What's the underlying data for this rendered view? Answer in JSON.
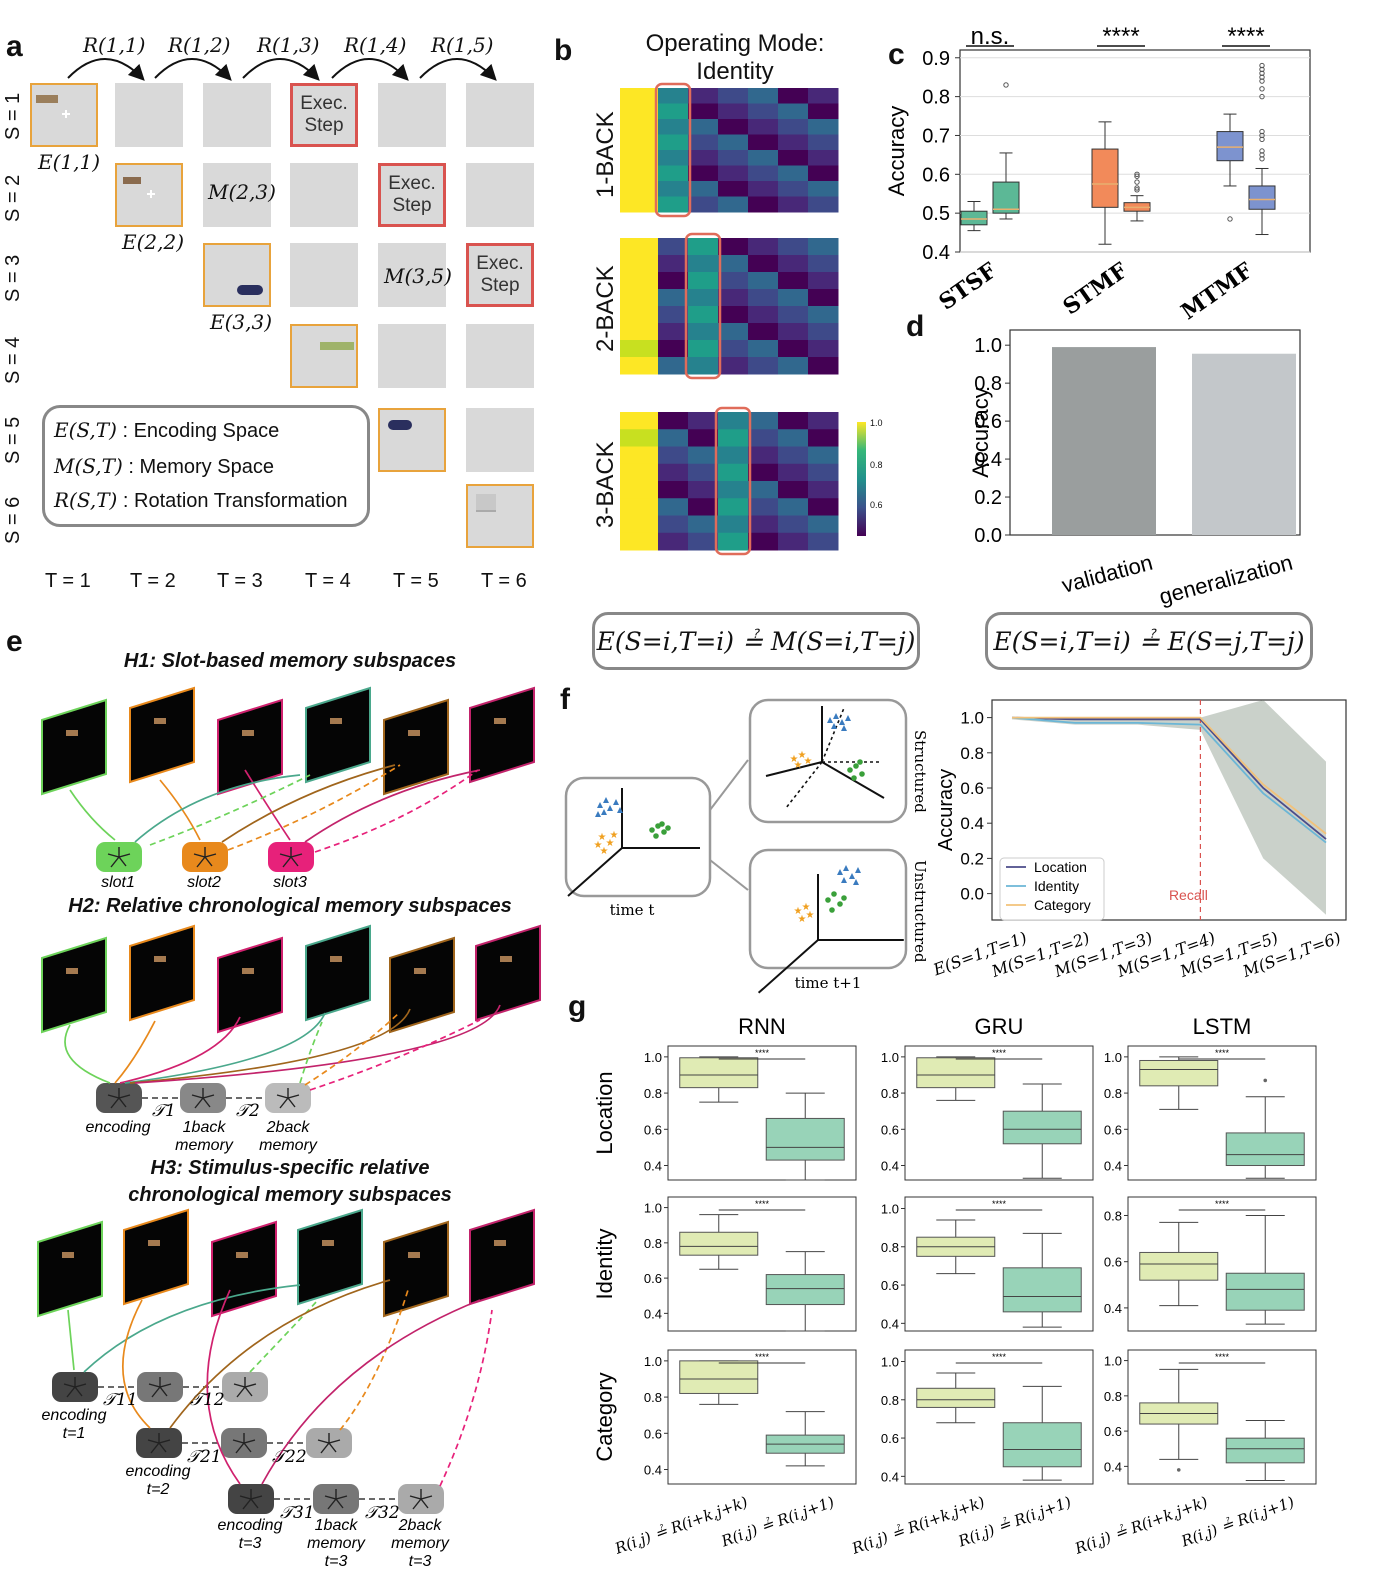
{
  "panels": {
    "a": "a",
    "b": "b",
    "c": "c",
    "d": "d",
    "e": "e",
    "f": "f",
    "g": "g"
  },
  "panel_a": {
    "rotations": [
      "R(1,1)",
      "R(1,2)",
      "R(1,3)",
      "R(1,4)",
      "R(1,5)"
    ],
    "row_labels": [
      "S = 1",
      "S = 2",
      "S = 3",
      "S = 4",
      "S = 5",
      "S = 6"
    ],
    "col_labels": [
      "T = 1",
      "T = 2",
      "T = 3",
      "T = 4",
      "T = 5",
      "T = 6"
    ],
    "exec_label": "Exec. Step",
    "enc_labels": [
      "E(1,1)",
      "E(2,2)",
      "E(3,3)"
    ],
    "mem_labels": [
      "M(2,3)",
      "M(3,5)"
    ],
    "legend": {
      "e_sym": "E(S,T)",
      "e_text": ": Encoding Space",
      "m_sym": "M(S,T)",
      "m_text": ": Memory Space",
      "r_sym": "R(S,T)",
      "r_text": ": Rotation Transformation"
    }
  },
  "panel_b": {
    "title_line1": "Operating Mode:",
    "title_line2": "Identity",
    "rows": [
      "1-BACK",
      "2-BACK",
      "3-BACK"
    ],
    "colorbar_ticks": [
      "1.0",
      "0.8",
      "0.6"
    ]
  },
  "equations": {
    "left": "E(S=i,T=i) ≟ M(S=i,T=j)",
    "right": "E(S=i,T=i) ≟ E(S=j,T=j)"
  },
  "panel_e": {
    "h1": "H1: Slot-based memory subspaces",
    "h2": "H2: Relative chronological memory subspaces",
    "h3_line1": "H3: Stimulus-specific relative",
    "h3_line2": "chronological memory subspaces",
    "slots": [
      "slot1",
      "slot2",
      "slot3"
    ],
    "h2_nodes": [
      "encoding",
      "1back memory",
      "2back memory"
    ],
    "h2_t": [
      "𝒯1",
      "𝒯2"
    ],
    "h3_enc": [
      "encoding t=1",
      "encoding t=2",
      "encoding t=3"
    ],
    "h3_t": [
      "𝒯11",
      "𝒯12",
      "𝒯21",
      "𝒯22",
      "𝒯31",
      "𝒯32"
    ],
    "h3_mem": [
      "1back memory t=3",
      "2back memory t=3"
    ]
  },
  "panel_f": {
    "time_t": "time t",
    "time_t1": "time t+1",
    "structured": "Structured",
    "unstructured": "Unstructured",
    "recall": "Recall"
  },
  "chart_data": [
    {
      "panel": "c",
      "type": "box",
      "ylabel": "Accuracy",
      "categories": [
        "STSF",
        "STMF",
        "MTMF"
      ],
      "yticks": [
        "0.4",
        "0.5",
        "0.6",
        "0.7",
        "0.8",
        "0.9"
      ],
      "ylim": [
        0.4,
        0.92
      ],
      "significance": [
        "n.s.",
        "****",
        "****"
      ],
      "boxes": [
        {
          "group": "STSF",
          "q1": 0.47,
          "med": 0.485,
          "q3": 0.505,
          "lo": 0.455,
          "hi": 0.53,
          "color": "#5cb896"
        },
        {
          "group": "STSF",
          "q1": 0.5,
          "med": 0.51,
          "q3": 0.58,
          "lo": 0.485,
          "hi": 0.655,
          "color": "#5cb896",
          "outliers": [
            0.83
          ]
        },
        {
          "group": "STMF",
          "q1": 0.515,
          "med": 0.575,
          "q3": 0.665,
          "lo": 0.42,
          "hi": 0.735,
          "color": "#f28a5a"
        },
        {
          "group": "STMF",
          "q1": 0.505,
          "med": 0.515,
          "q3": 0.527,
          "lo": 0.48,
          "hi": 0.545,
          "color": "#f28a5a",
          "outliers": [
            0.56,
            0.565,
            0.58,
            0.595,
            0.6
          ]
        },
        {
          "group": "MTMF",
          "q1": 0.635,
          "med": 0.67,
          "q3": 0.71,
          "lo": 0.57,
          "hi": 0.755,
          "color": "#7d93cf",
          "outliers": [
            0.485
          ]
        },
        {
          "group": "MTMF",
          "q1": 0.51,
          "med": 0.535,
          "q3": 0.57,
          "lo": 0.445,
          "hi": 0.615,
          "color": "#7d93cf",
          "outliers": [
            0.64,
            0.65,
            0.66,
            0.69,
            0.7,
            0.71,
            0.8,
            0.82,
            0.84,
            0.85,
            0.86,
            0.87,
            0.88
          ]
        }
      ]
    },
    {
      "panel": "d",
      "type": "bar",
      "ylabel": "Accuracy",
      "categories": [
        "validation",
        "generalization"
      ],
      "values": [
        0.99,
        0.955
      ],
      "colors": [
        "#9a9e9e",
        "#c3c7ca"
      ],
      "yticks": [
        "0.0",
        "0.2",
        "0.4",
        "0.6",
        "0.8",
        "1.0"
      ],
      "ylim": [
        0,
        1.08
      ]
    },
    {
      "panel": "f",
      "type": "line",
      "ylabel": "Accuracy",
      "x": [
        "E(S=1,T=1)",
        "M(S=1,T=2)",
        "M(S=1,T=3)",
        "M(S=1,T=4)",
        "M(S=1,T=5)",
        "M(S=1,T=6)"
      ],
      "yticks": [
        "0.0",
        "0.2",
        "0.4",
        "0.6",
        "0.8",
        "1.0"
      ],
      "ylim": [
        -0.15,
        1.1
      ],
      "series": [
        {
          "name": "Location",
          "values": [
            1.0,
            0.99,
            0.99,
            0.99,
            0.6,
            0.31
          ],
          "color": "#4b4b8a"
        },
        {
          "name": "Identity",
          "values": [
            1.0,
            0.97,
            0.97,
            0.96,
            0.57,
            0.29
          ],
          "color": "#6bb6d6"
        },
        {
          "name": "Category",
          "values": [
            1.0,
            1.0,
            1.0,
            1.0,
            0.62,
            0.34
          ],
          "color": "#f2c27a"
        }
      ],
      "band_upper": [
        1.0,
        1.0,
        1.0,
        1.0,
        1.1,
        0.75
      ],
      "band_lower": [
        0.99,
        0.96,
        0.96,
        0.93,
        0.2,
        -0.12
      ],
      "recall_index": 3
    },
    {
      "panel": "g",
      "type": "box-grid",
      "columns": [
        "RNN",
        "GRU",
        "LSTM"
      ],
      "rows": [
        "Location",
        "Identity",
        "Category"
      ],
      "xlabels": [
        "R(i,j) ≟ R(i+k,j+k)",
        "R(i,j) ≟ R(i,j+1)"
      ],
      "significance": "****",
      "cells": [
        {
          "ticks": [
            "0.4",
            "0.6",
            "0.8",
            "1.0"
          ],
          "ylim": [
            0.32,
            1.06
          ],
          "b1": {
            "lo": 0.75,
            "q1": 0.83,
            "med": 0.9,
            "q3": 0.995,
            "hi": 1.0
          },
          "b2": {
            "lo": 0.32,
            "q1": 0.43,
            "med": 0.5,
            "q3": 0.66,
            "hi": 0.8
          }
        },
        {
          "ticks": [
            "0.4",
            "0.6",
            "0.8",
            "1.0"
          ],
          "ylim": [
            0.32,
            1.06
          ],
          "b1": {
            "lo": 0.76,
            "q1": 0.83,
            "med": 0.9,
            "q3": 0.995,
            "hi": 1.0
          },
          "b2": {
            "lo": 0.33,
            "q1": 0.52,
            "med": 0.6,
            "q3": 0.7,
            "hi": 0.85
          }
        },
        {
          "ticks": [
            "0.4",
            "0.6",
            "0.8",
            "1.0"
          ],
          "ylim": [
            0.32,
            1.06
          ],
          "b1": {
            "lo": 0.71,
            "q1": 0.84,
            "med": 0.93,
            "q3": 0.98,
            "hi": 1.0
          },
          "b2": {
            "lo": 0.33,
            "q1": 0.4,
            "med": 0.46,
            "q3": 0.58,
            "hi": 0.78,
            "outliers": [
              0.87
            ]
          }
        },
        {
          "ticks": [
            "0.4",
            "0.6",
            "0.8",
            "1.0"
          ],
          "ylim": [
            0.3,
            1.06
          ],
          "b1": {
            "lo": 0.65,
            "q1": 0.73,
            "med": 0.78,
            "q3": 0.86,
            "hi": 0.96
          },
          "b2": {
            "lo": 0.3,
            "q1": 0.45,
            "med": 0.54,
            "q3": 0.62,
            "hi": 0.75
          }
        },
        {
          "ticks": [
            "0.4",
            "0.6",
            "0.8",
            "1.0"
          ],
          "ylim": [
            0.36,
            1.06
          ],
          "b1": {
            "lo": 0.66,
            "q1": 0.75,
            "med": 0.8,
            "q3": 0.85,
            "hi": 0.94
          },
          "b2": {
            "lo": 0.38,
            "q1": 0.46,
            "med": 0.54,
            "q3": 0.69,
            "hi": 0.87
          }
        },
        {
          "ticks": [
            "0.4",
            "0.6",
            "0.8"
          ],
          "ylim": [
            0.3,
            0.88
          ],
          "b1": {
            "lo": 0.41,
            "q1": 0.52,
            "med": 0.59,
            "q3": 0.64,
            "hi": 0.77
          },
          "b2": {
            "lo": 0.33,
            "q1": 0.39,
            "med": 0.48,
            "q3": 0.55,
            "hi": 0.8
          }
        },
        {
          "ticks": [
            "0.4",
            "0.6",
            "0.8",
            "1.0"
          ],
          "ylim": [
            0.32,
            1.06
          ],
          "b1": {
            "lo": 0.76,
            "q1": 0.82,
            "med": 0.9,
            "q3": 1.0,
            "hi": 1.0
          },
          "b2": {
            "lo": 0.42,
            "q1": 0.49,
            "med": 0.54,
            "q3": 0.59,
            "hi": 0.72
          }
        },
        {
          "ticks": [
            "0.4",
            "0.6",
            "0.8",
            "1.0"
          ],
          "ylim": [
            0.36,
            1.06
          ],
          "b1": {
            "lo": 0.68,
            "q1": 0.76,
            "med": 0.8,
            "q3": 0.86,
            "hi": 0.94
          },
          "b2": {
            "lo": 0.38,
            "q1": 0.45,
            "med": 0.54,
            "q3": 0.68,
            "hi": 0.87
          }
        },
        {
          "ticks": [
            "0.4",
            "0.6",
            "0.8",
            "1.0"
          ],
          "ylim": [
            0.3,
            1.06
          ],
          "b1": {
            "lo": 0.44,
            "q1": 0.64,
            "med": 0.7,
            "q3": 0.76,
            "hi": 0.95,
            "outliers": [
              0.38
            ]
          },
          "b2": {
            "lo": 0.32,
            "q1": 0.42,
            "med": 0.5,
            "q3": 0.56,
            "hi": 0.66
          }
        }
      ]
    }
  ]
}
